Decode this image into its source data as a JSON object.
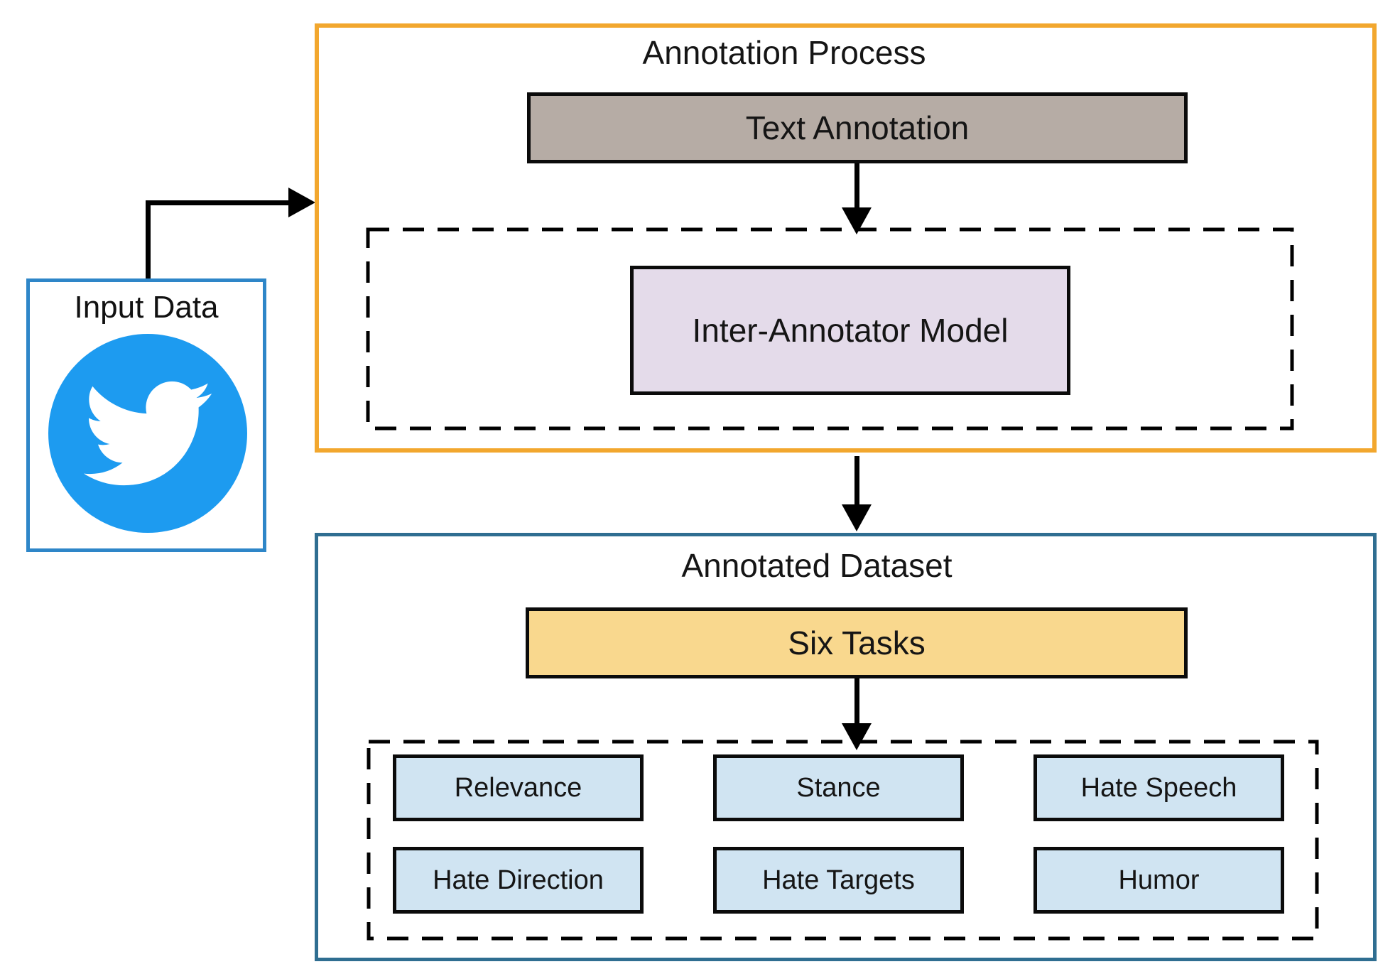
{
  "input_panel": {
    "title": "Input Data",
    "icon": "twitter-icon"
  },
  "annotation_process": {
    "title": "Annotation Process",
    "text_annotation_label": "Text Annotation",
    "inter_annotator_label": "Inter-Annotator Model"
  },
  "annotated_dataset": {
    "title": "Annotated Dataset",
    "six_tasks_label": "Six Tasks",
    "tasks": [
      "Relevance",
      "Stance",
      "Hate Speech",
      "Hate Direction",
      "Hate Targets",
      "Humor"
    ]
  },
  "colors": {
    "process_border": "#F2A72E",
    "dataset_border": "#2F6E91",
    "input_border": "#2E86C8",
    "twitter_blue": "#1D9BF0",
    "text_annotation_fill": "#B6ACA5",
    "inter_annotator_fill": "#E4DBEA",
    "six_tasks_fill": "#F9D88E",
    "task_fill": "#D0E4F2",
    "arrow_color": "#000000"
  }
}
